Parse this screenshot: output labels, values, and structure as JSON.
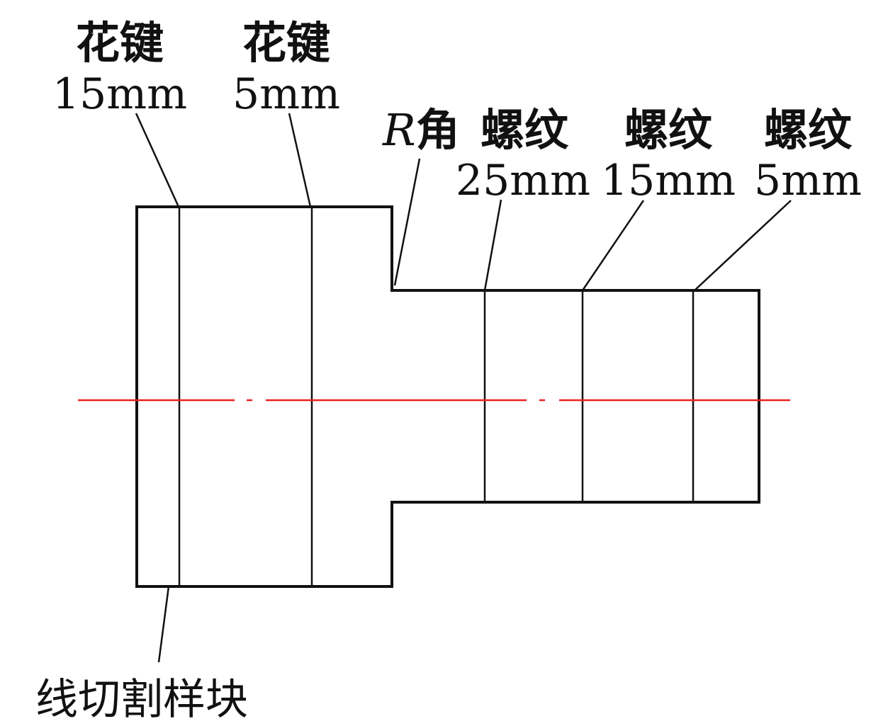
{
  "colors": {
    "outline": "#111111",
    "centerline": "#e8201e",
    "background": "#ffffff"
  },
  "labels": {
    "spline_15": {
      "name": "花键",
      "size": "15mm"
    },
    "spline_5": {
      "name": "花键",
      "size": "5mm"
    },
    "r_corner": {
      "prefix": "R",
      "name": "角"
    },
    "thread_25": {
      "name": "螺纹",
      "size": "25mm"
    },
    "thread_15": {
      "name": "螺纹",
      "size": "15mm"
    },
    "thread_5": {
      "name": "螺纹",
      "size": "5mm"
    },
    "wire_cut_sample": "线切割样块"
  }
}
